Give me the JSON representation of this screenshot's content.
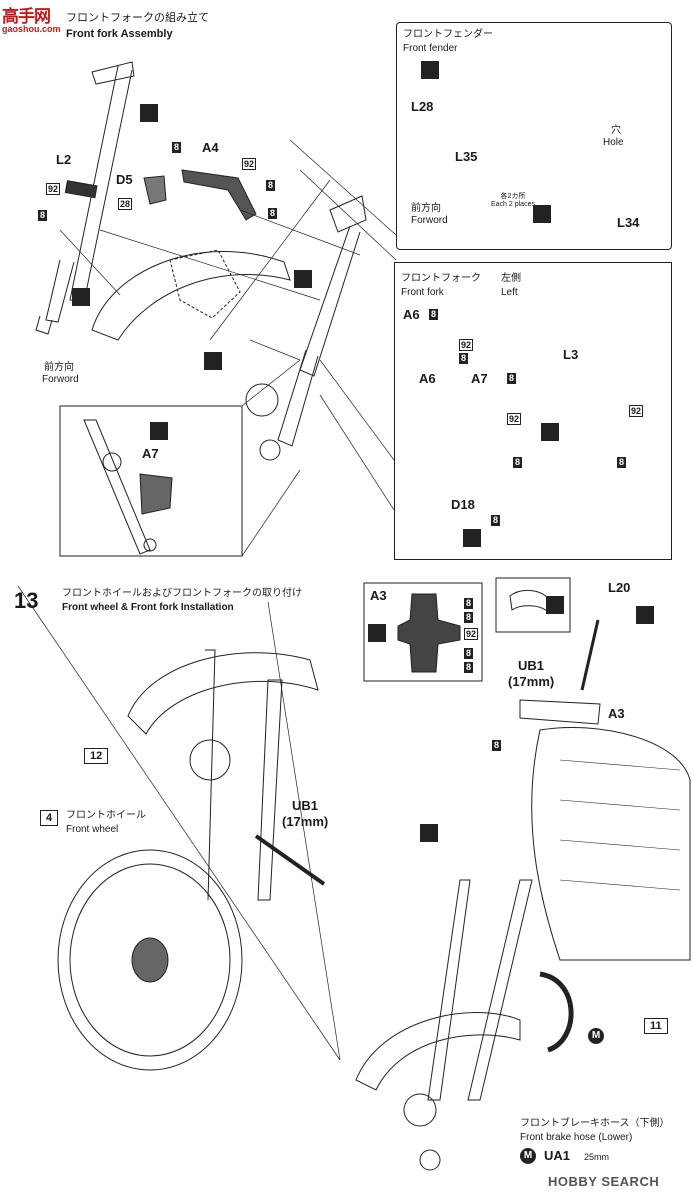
{
  "watermark": {
    "logo": "高手网",
    "url": "gaoshou.com"
  },
  "step12": {
    "title_jp": "フロントフォークの組み立て",
    "title_en": "Front fork Assembly",
    "parts": {
      "L2": "L2",
      "A4": "A4",
      "D5": "D5",
      "A7": "A7"
    },
    "direction_jp": "前方向",
    "direction_en": "Forword",
    "code92": "92",
    "code8": "8",
    "code28": "28"
  },
  "fender_panel": {
    "title_jp": "フロントフェンダー",
    "title_en": "Front fender",
    "parts": {
      "L28": "L28",
      "L35": "L35",
      "L34": "L34"
    },
    "hole_jp": "穴",
    "hole_en": "Hole",
    "note_jp": "各2カ所",
    "note_en": "Each 2 places",
    "direction_jp": "前方向",
    "direction_en": "Forword"
  },
  "fork_panel": {
    "title_jp": "フロントフォーク",
    "title_en": "Front fork",
    "side_jp": "左側",
    "side_en": "Left",
    "parts": {
      "A6a": "A6",
      "A6b": "A6",
      "A7": "A7",
      "L3": "L3",
      "D18": "D18"
    },
    "code92": "92",
    "code8": "8"
  },
  "step13": {
    "number": "13",
    "title_jp": "フロントホイールおよびフロントフォークの取り付け",
    "title_en": "Front wheel & Front fork Installation",
    "ref12": "12",
    "ref4": "4",
    "wheel_jp": "フロントホイール",
    "wheel_en": "Front wheel",
    "ub1": "UB1",
    "ub1_size": "(17mm)",
    "ub1b": "UB1",
    "ub1b_size": "(17mm)",
    "a3_inset": "A3",
    "a3": "A3",
    "l20": "L20",
    "ref11": "11",
    "m": "M",
    "hose_jp": "フロントブレーキホース（下側）",
    "hose_en": "Front brake hose (Lower)",
    "ua1": "UA1",
    "ua1_len": "25mm"
  },
  "footer": {
    "brand": "HOBBY SEARCH"
  }
}
